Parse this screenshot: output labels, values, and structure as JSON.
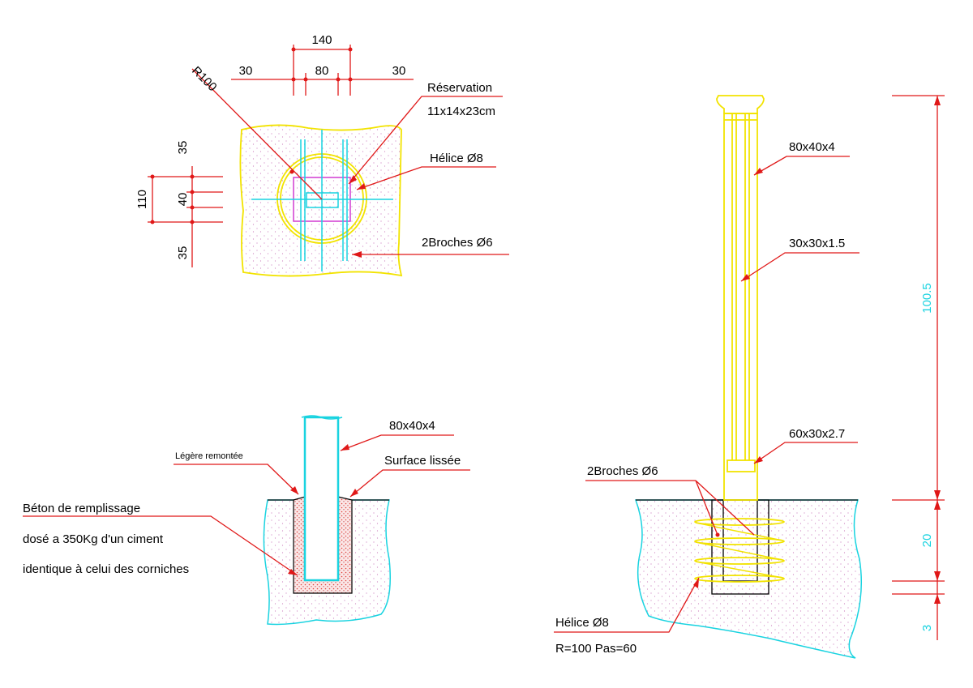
{
  "colors": {
    "dimension_line": "#e01818",
    "post": "#f2e300",
    "concrete_edge": "#19d3e0",
    "reservation": "#d23cd2",
    "text": "#000000",
    "vertical_dims": "#19d3e0"
  },
  "plan_view": {
    "dims_top": {
      "total": "140",
      "left": "30",
      "middle": "80",
      "right": "30"
    },
    "dims_left": {
      "top": "35",
      "middle": "40",
      "bottom": "35",
      "total": "110"
    },
    "radius_label": "R100",
    "reservation_label": "Réservation",
    "reservation_size": "11x14x23cm",
    "helice_label": "Hélice Ø8",
    "broches_label": "2Broches Ø6"
  },
  "section_view": {
    "tube_label": "80x40x4",
    "raised_label": "Légère remontée",
    "smooth_label": "Surface lissée",
    "concrete_line1": "Béton de remplissage",
    "concrete_line2": "dosé a 350Kg d'un ciment",
    "concrete_line3": "identique à celui des corniches"
  },
  "elevation_view": {
    "tube_outer": "80x40x4",
    "tube_inner": "30x30x1.5",
    "tube_base": "60x30x2.7",
    "broches_label": "2Broches Ø6",
    "helice_label": "Hélice Ø8",
    "helice_spec": "R=100 Pas=60",
    "dim_height": "100.5",
    "dim_embed": "20",
    "dim_bottom": "3"
  }
}
